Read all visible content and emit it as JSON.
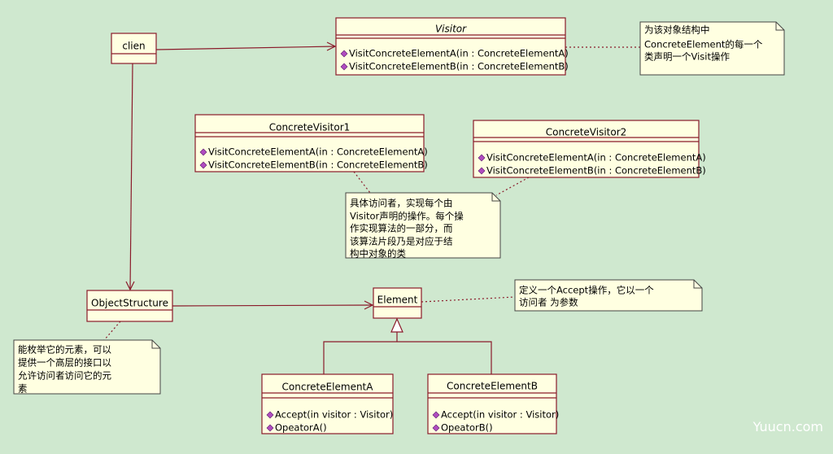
{
  "colors": {
    "background": "#cfe8cf",
    "box_fill": "#ffffe1",
    "border": "#8a1a2a",
    "note_border": "#444444",
    "line": "#8a1a2a",
    "method_icon": "#b04cc0"
  },
  "classes": [
    {
      "id": "clien",
      "name": "clien",
      "methods": []
    },
    {
      "id": "visitor",
      "name": "Visitor",
      "italic": true,
      "methods": [
        "VisitConcreteElementA(in : ConcreteElementA)",
        "VisitConcreteElementB(in : ConcreteElementB)"
      ]
    },
    {
      "id": "concrete-visitor-1",
      "name": "ConcreteVisitor1",
      "methods": [
        "VisitConcreteElementA(in : ConcreteElementA)",
        "VisitConcreteElementB(in : ConcreteElementB)"
      ]
    },
    {
      "id": "concrete-visitor-2",
      "name": "ConcreteVisitor2",
      "methods": [
        "VisitConcreteElementA(in : ConcreteElementA)",
        "VisitConcreteElementB(in : ConcreteElementB)"
      ]
    },
    {
      "id": "object-structure",
      "name": "ObjectStructure",
      "methods": []
    },
    {
      "id": "element",
      "name": "Element",
      "methods": []
    },
    {
      "id": "concrete-element-a",
      "name": "ConcreteElementA",
      "methods": [
        "Accept(in visitor : Visitor)",
        "OpeatorA()"
      ]
    },
    {
      "id": "concrete-element-b",
      "name": "ConcreteElementB",
      "methods": [
        "Accept(in visitor : Visitor)",
        "OpeatorB()"
      ]
    }
  ],
  "notes": [
    {
      "id": "visitor-note",
      "lines": [
        "为该对象结构中",
        "ConcreteElement的每一个",
        "类声明一个Visit操作"
      ]
    },
    {
      "id": "concrete-visitor-note",
      "lines": [
        "具体访问者，实现每个由",
        "Visitor声明的操作。每个操",
        "作实现算法的一部分，而",
        "该算法片段乃是对应于结",
        "构中对象的类"
      ]
    },
    {
      "id": "element-note",
      "lines": [
        "定义一个Accept操作，它以一个",
        "访问者 为参数"
      ]
    },
    {
      "id": "object-structure-note",
      "lines": [
        "能枚举它的元素，可以",
        "提供一个高层的接口以",
        "允许访问者访问它的元",
        "素"
      ]
    }
  ],
  "watermark": "Yuucn.com"
}
